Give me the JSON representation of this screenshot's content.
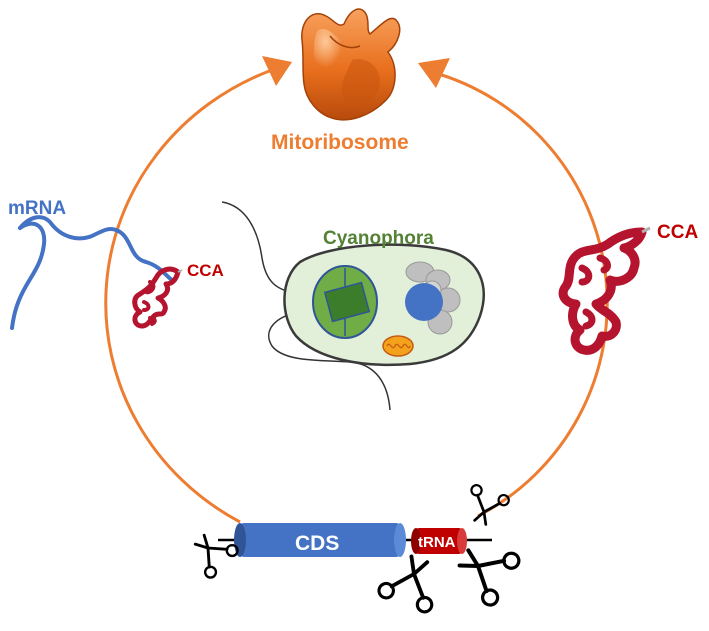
{
  "labels": {
    "mitoribosome": "Mitoribosome",
    "mrna": "mRNA",
    "cca_left": "CCA",
    "cca_right": "CCA",
    "cyanophora": "Cyanophora",
    "cds": "CDS",
    "trna": "tRNA"
  },
  "colors": {
    "cycle_arrow": "#ED7D31",
    "mrna": "#4472C4",
    "trna": "#B5142E",
    "cell_body": "#E2EFD9",
    "chloroplast": "#70AD47",
    "nucleus": "#4472C4",
    "mitochondrion": "#F4A11B",
    "cds_gene": "#4472C4",
    "trna_gene": "#C00000"
  },
  "icons": [
    "mitoribosome-structure",
    "cyanophora-cell",
    "scissors-icon"
  ]
}
